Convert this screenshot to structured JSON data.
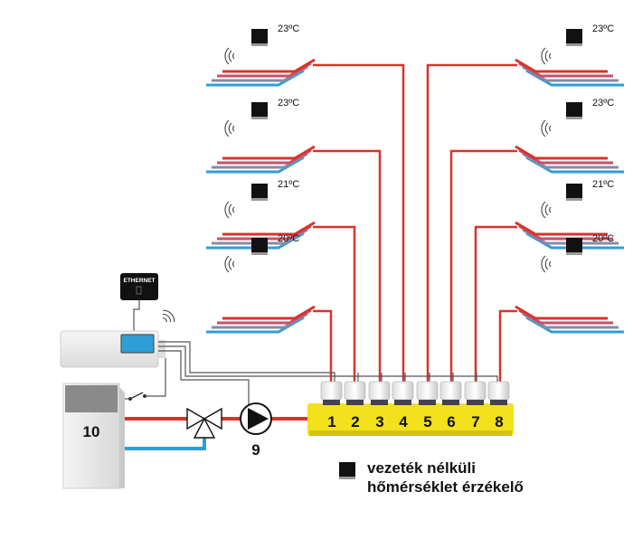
{
  "sensors_left": [
    "23ºC",
    "23ºC",
    "21ºC",
    "20ºC"
  ],
  "sensors_right": [
    "23ºC",
    "23ºC",
    "21ºC",
    "20ºC"
  ],
  "ethernet_label": "ETHERNET",
  "manifold_numbers": [
    "1",
    "2",
    "3",
    "4",
    "5",
    "6",
    "7",
    "8"
  ],
  "boiler_label": "10",
  "pump_label": "9",
  "legend": {
    "line1": "vezeték nélküli",
    "line2": "hőmérséklet érzékelő"
  },
  "colors": {
    "supply_red": "#d9332b",
    "return_blue": "#2e9ed6",
    "manifold_yellow": "#f2e11b",
    "wire_gray": "#555555",
    "controller_screen": "#2e9ed6"
  }
}
